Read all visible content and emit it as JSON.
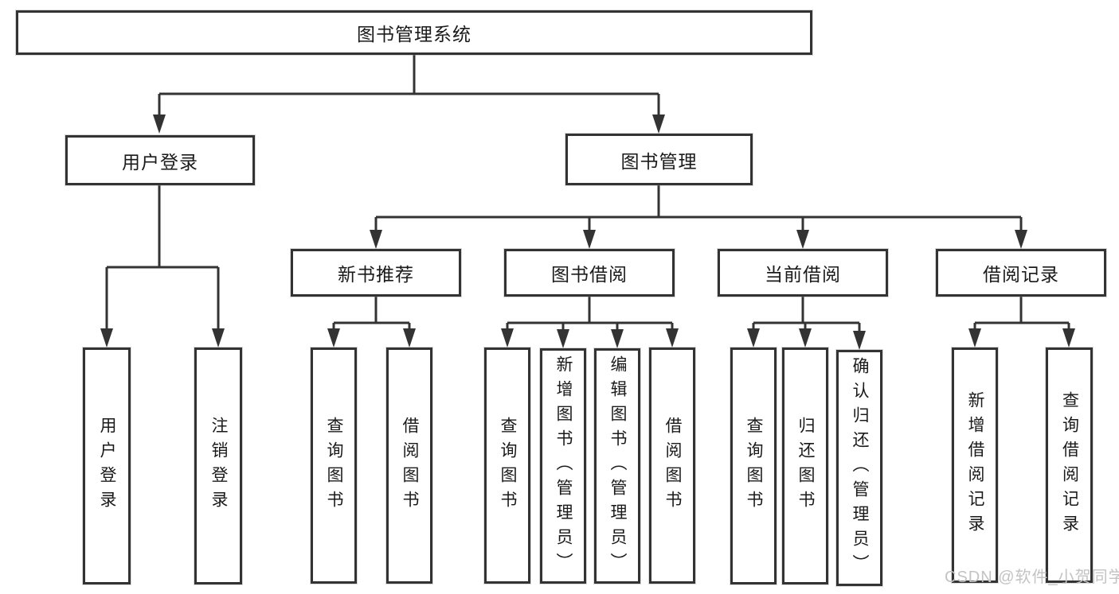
{
  "diagram": {
    "tree": {
      "root": {
        "label": "图书管理系统"
      },
      "branches": [
        {
          "label": "用户登录",
          "children": [
            {
              "label": "用户登录"
            },
            {
              "label": "注销登录"
            }
          ]
        },
        {
          "label": "图书管理",
          "children": [
            {
              "label": "新书推荐",
              "children": [
                {
                  "label": "查询图书"
                },
                {
                  "label": "借阅图书"
                }
              ]
            },
            {
              "label": "图书借阅",
              "children": [
                {
                  "label": "查询图书"
                },
                {
                  "label": "新增图书（管理员）"
                },
                {
                  "label": "编辑图书（管理员）"
                },
                {
                  "label": "借阅图书"
                }
              ]
            },
            {
              "label": "当前借阅",
              "children": [
                {
                  "label": "查询图书"
                },
                {
                  "label": "归还图书"
                },
                {
                  "label": "确认归还（管理员）"
                }
              ]
            },
            {
              "label": "借阅记录",
              "children": [
                {
                  "label": "新增借阅记录"
                },
                {
                  "label": "查询借阅记录"
                }
              ]
            }
          ]
        }
      ]
    },
    "watermark": {
      "text": "CSDN @软件_小贺同学",
      "color": "#c3c3c3"
    },
    "colors": {
      "line": "#333333",
      "border": "#333333",
      "text": "#1a1a1a",
      "background": "#ffffff"
    }
  }
}
